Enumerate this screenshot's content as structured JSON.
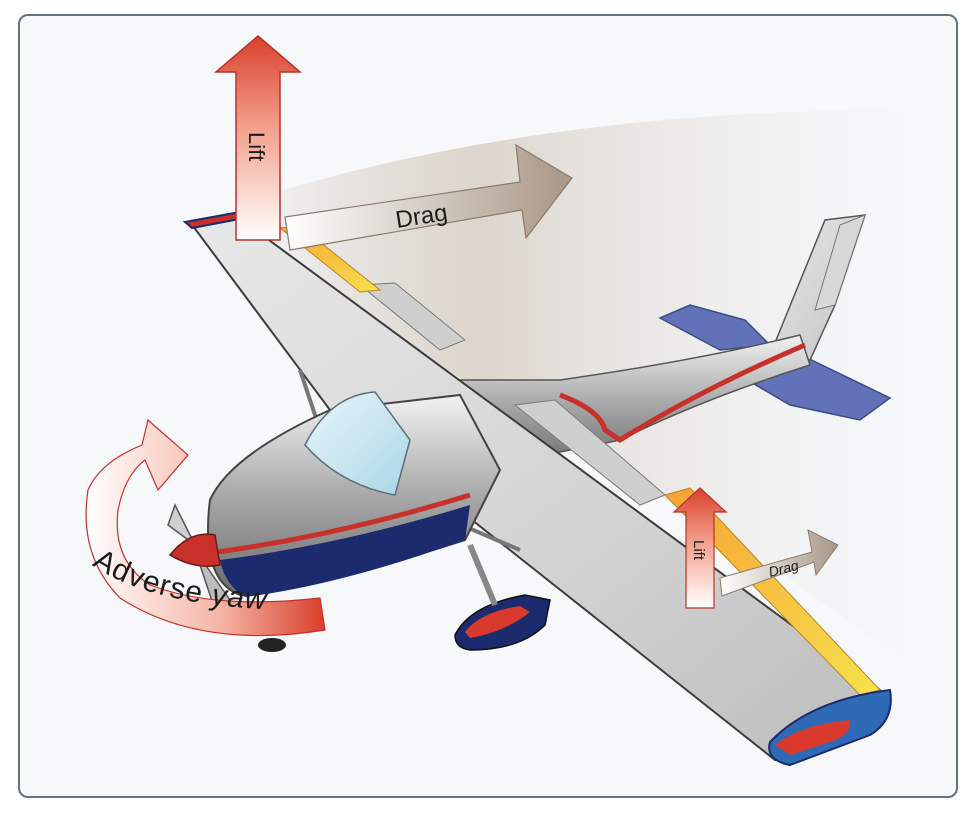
{
  "diagram": {
    "labels": {
      "lift_left": "Lift",
      "drag_left": "Drag",
      "lift_right": "Lift",
      "drag_right": "Drag",
      "adverse": "Adverse ",
      "yaw": "yaw"
    },
    "colors": {
      "frame_border": "#5f7480",
      "background": "#f6f8fa",
      "lift_arrow_top": "#d9412d",
      "drag_arrow": "#b7a79a",
      "fuselage_stripe": "#c8302a",
      "fuselage_lower": "#1c2a6e",
      "tail_blue": "#6272b8",
      "aileron_yellow": "#f0c63a"
    }
  }
}
